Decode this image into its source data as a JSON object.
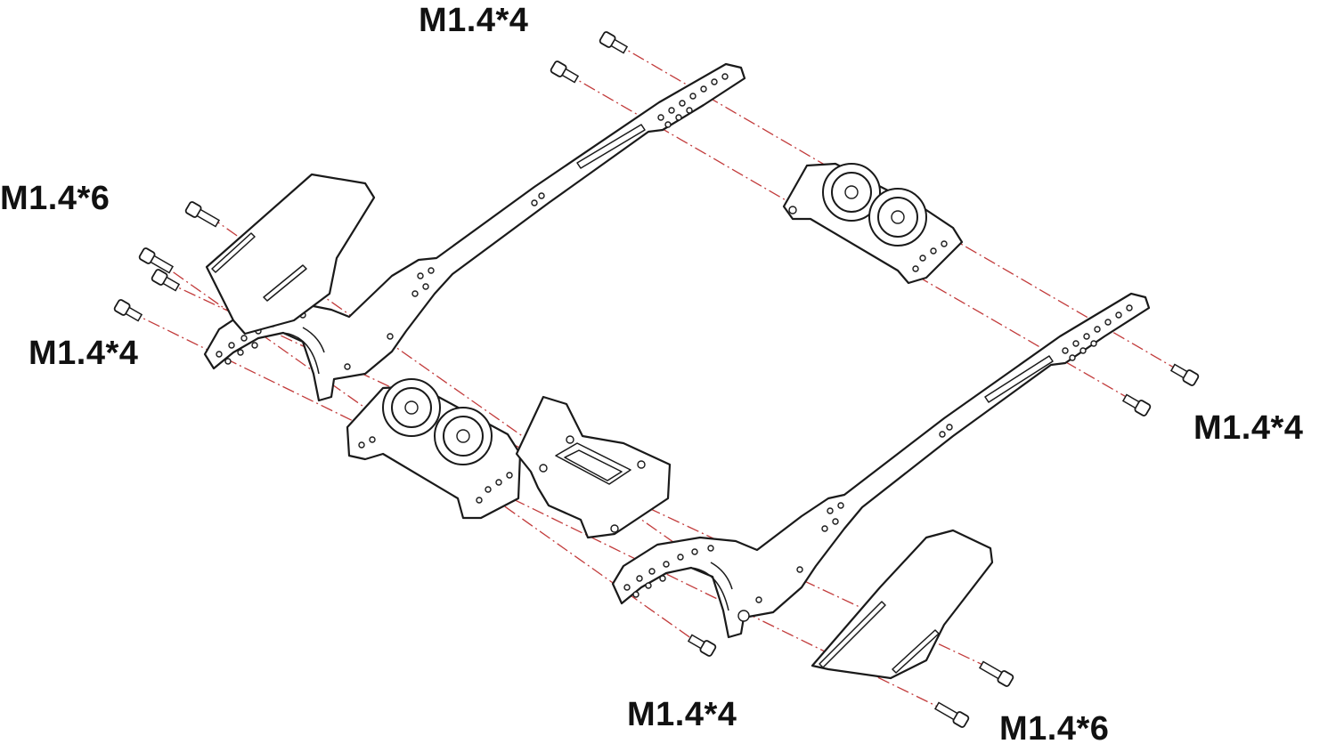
{
  "labels": {
    "top_screws": "M1.4*4",
    "left_upper_screws": "M1.4*6",
    "left_lower_screws": "M1.4*4",
    "right_screws": "M1.4*4",
    "bottom_center_screws": "M1.4*4",
    "bottom_right_screws": "M1.4*6"
  },
  "colors": {
    "line_art": "#1a1a1a",
    "axis_lines": "#c23b3b",
    "label_text": "#111111",
    "background": "#ffffff"
  }
}
